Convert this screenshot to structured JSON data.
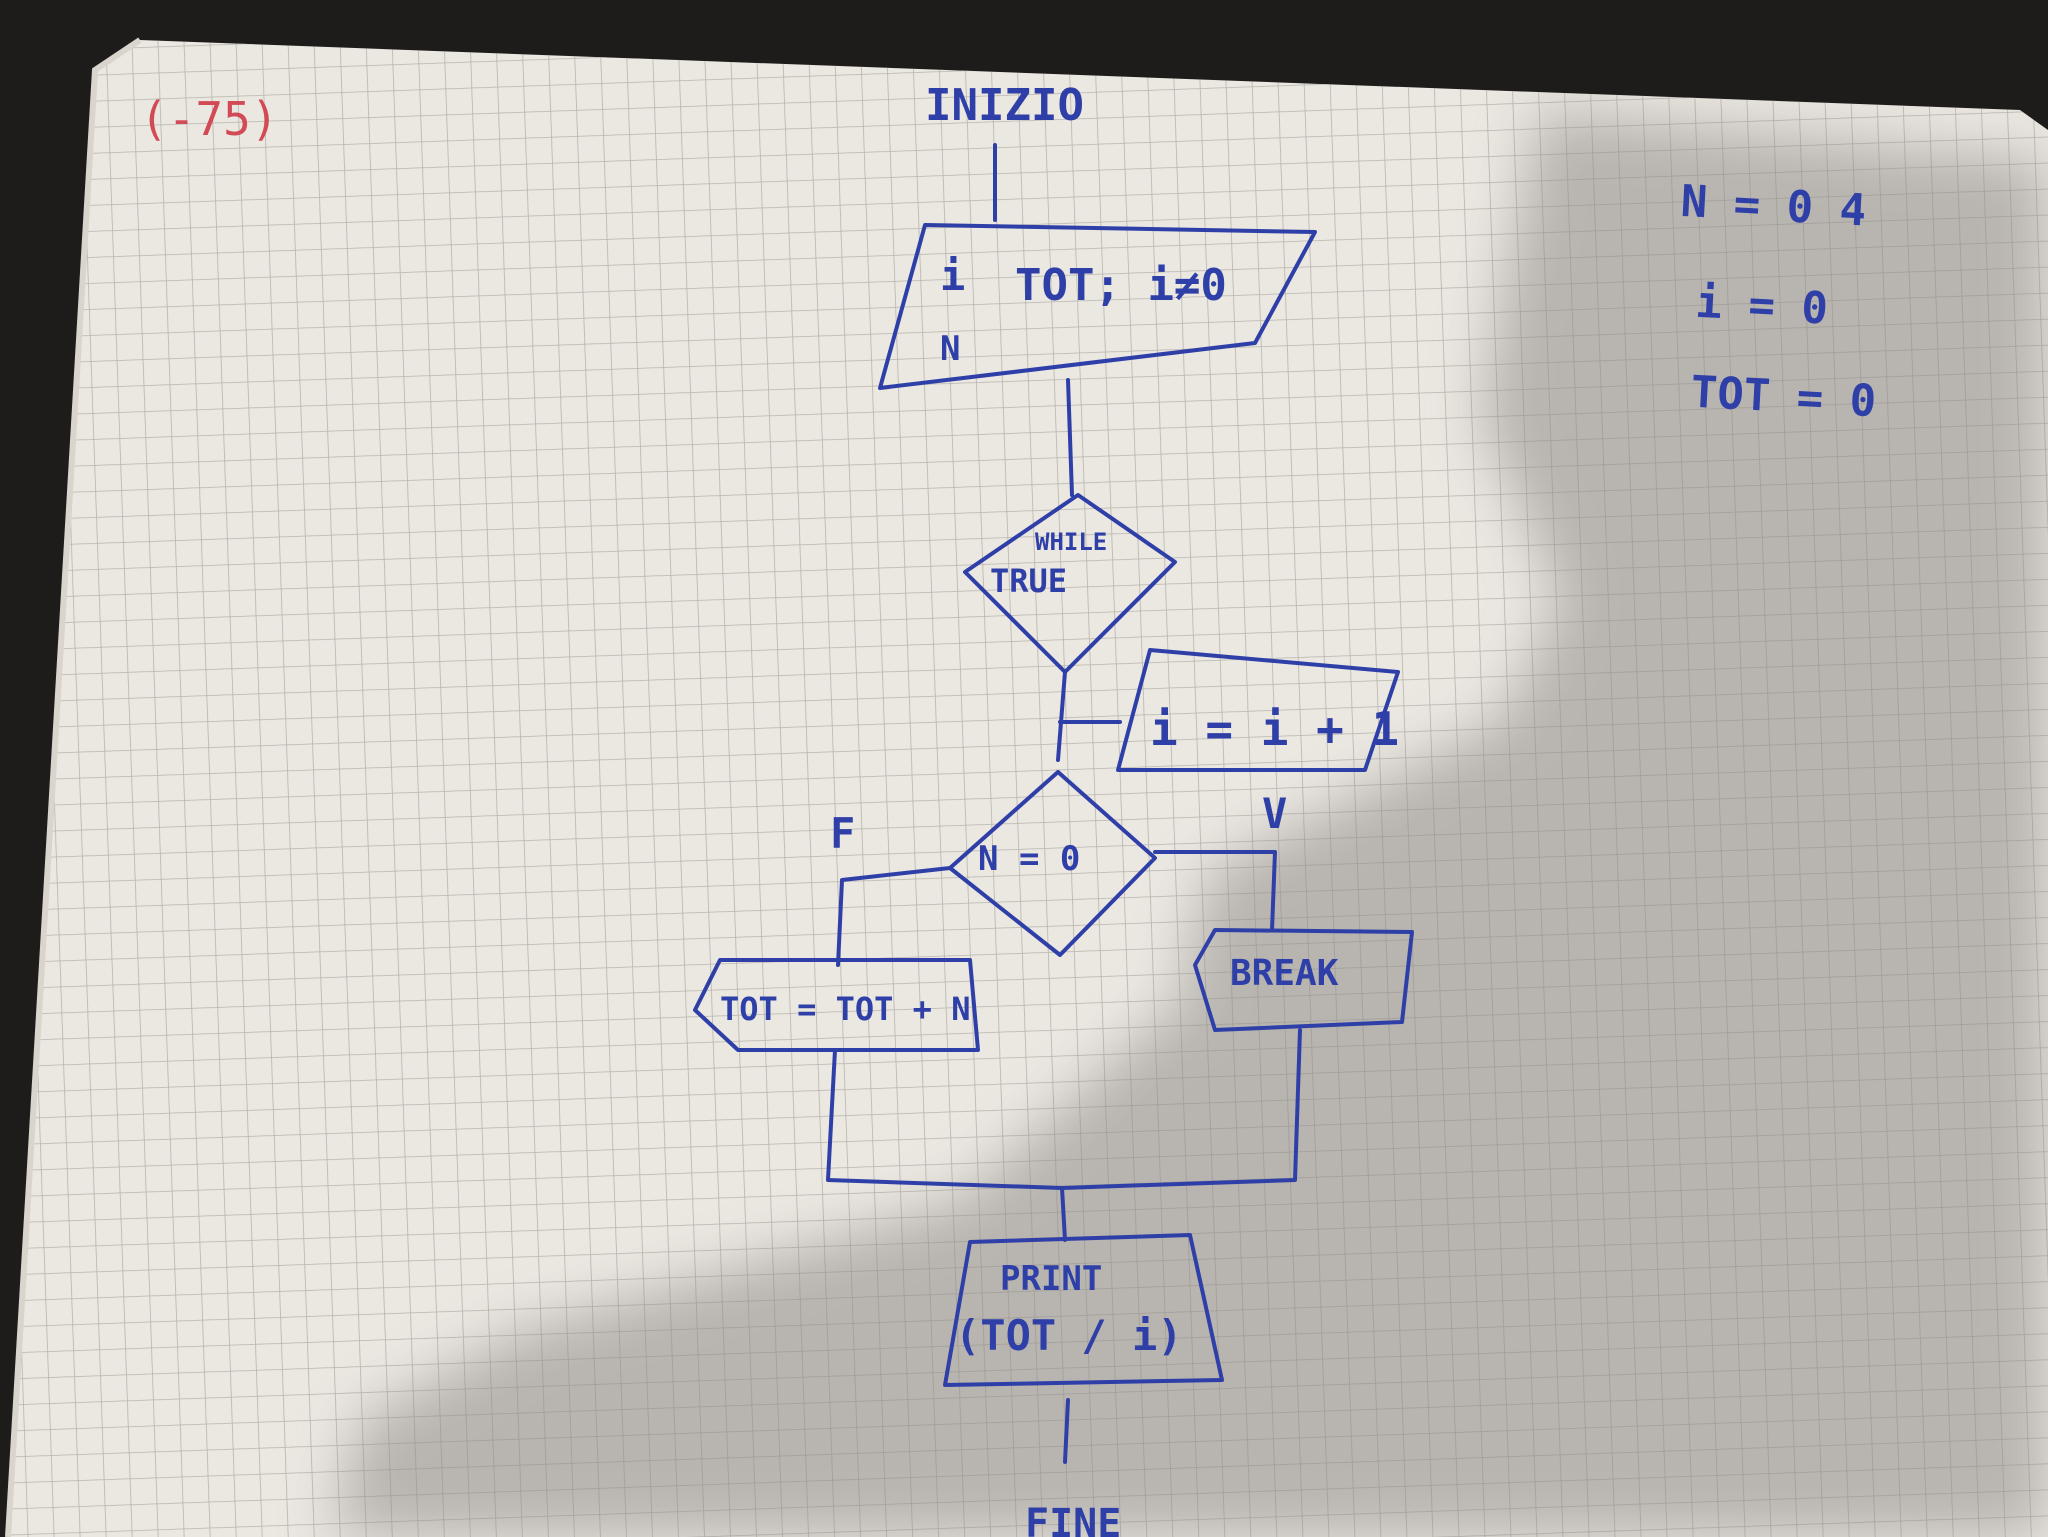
{
  "page_note": "(-75)",
  "variables": {
    "line1": "N = 0 4",
    "line2": "i = 0",
    "line3": "TOT = 0"
  },
  "flowchart": {
    "start": "INIZIO",
    "input_left": "i",
    "input_left2": "N",
    "input_main": "TOT; i≠0",
    "loop_top": "WHILE",
    "loop_bottom": "TRUE",
    "increment": "i = i + 1",
    "condition": "N = 0",
    "false_label": "F",
    "true_label": "V",
    "false_action": "TOT = TOT + N",
    "true_action": "BREAK",
    "print_top": "PRINT",
    "print_bottom": "(TOT / i)",
    "end": "FINE"
  },
  "colors": {
    "ink": "#2f3fa8",
    "paper": "#ebe7e1",
    "grid": "#b7b3ad",
    "red_ink": "#d24a55",
    "shadow": "#8f8c88"
  }
}
